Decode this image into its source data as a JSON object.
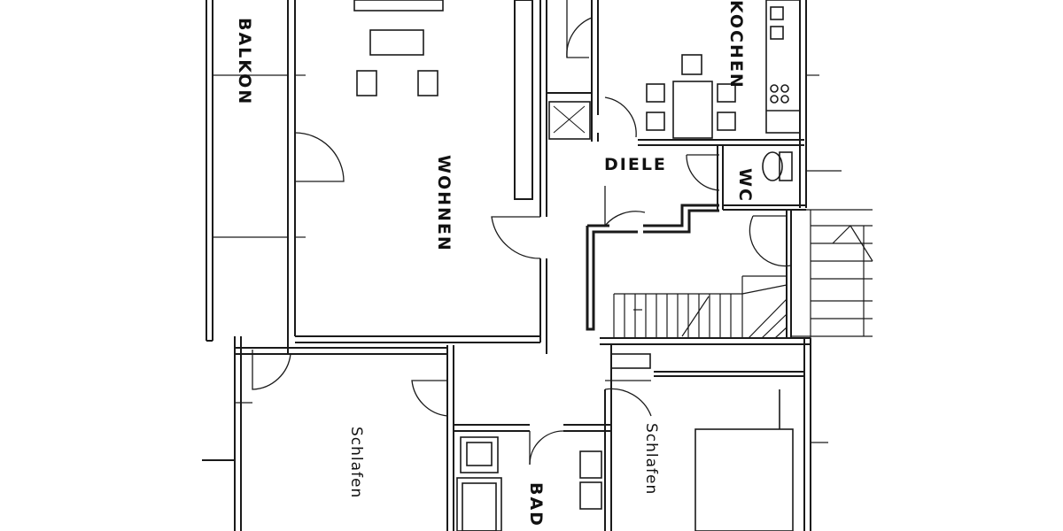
{
  "plan": {
    "line_color": "#1a1a1a",
    "background": "#ffffff",
    "rooms": {
      "balkon": "BALKON",
      "wohnen": "WOHNEN",
      "kochen": "KOCHEN",
      "diele": "DIELE",
      "wc": "WC",
      "schlafen_left": "Schlafen",
      "bad": "BAD",
      "schlafen_right": "Schlafen"
    }
  }
}
